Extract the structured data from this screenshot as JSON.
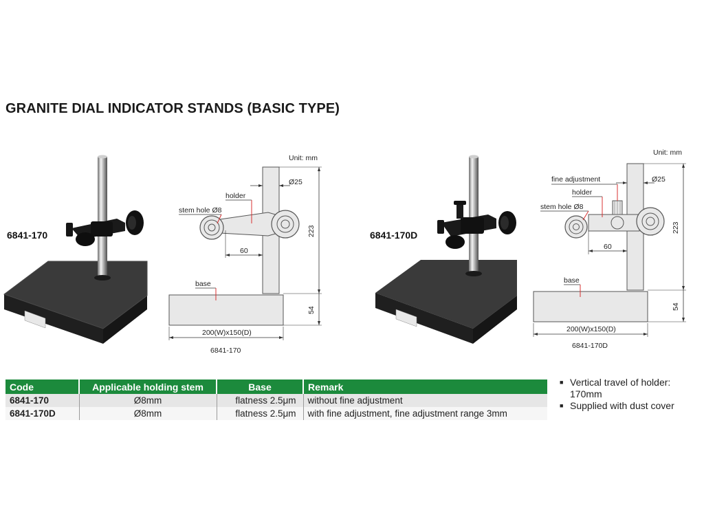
{
  "title": "GRANITE DIAL INDICATOR STANDS (BASIC TYPE)",
  "products": [
    {
      "model": "6841-170",
      "unit": "Unit: mm",
      "labels": {
        "holder": "holder",
        "stem_hole": "stem hole Ø8",
        "column_dia": "Ø25",
        "offset": "60",
        "height": "223",
        "base": "base",
        "base_height": "54",
        "base_size": "200(W)x150(D)"
      },
      "caption": "6841-170"
    },
    {
      "model": "6841-170D",
      "unit": "Unit: mm",
      "labels": {
        "fine_adjustment": "fine adjustment",
        "holder": "holder",
        "stem_hole": "stem hole Ø8",
        "column_dia": "Ø25",
        "offset": "60",
        "height": "223",
        "base": "base",
        "base_height": "54",
        "base_size": "200(W)x150(D)"
      },
      "caption": "6841-170D"
    }
  ],
  "table": {
    "headers": [
      "Code",
      "Applicable holding stem",
      "Base",
      "Remark"
    ],
    "rows": [
      [
        "6841-170",
        "Ø8mm",
        "flatness 2.5μm",
        "without fine adjustment"
      ],
      [
        "6841-170D",
        "Ø8mm",
        "flatness 2.5μm",
        "with fine adjustment, fine adjustment range 3mm"
      ]
    ]
  },
  "notes": [
    "Vertical travel of holder: 170mm",
    "Supplied with dust cover"
  ],
  "colors": {
    "header_green": "#1c8a3c",
    "granite": "#2a2a2a",
    "drawing_fill": "#e8e8e8",
    "pointer_red": "#d83030"
  }
}
